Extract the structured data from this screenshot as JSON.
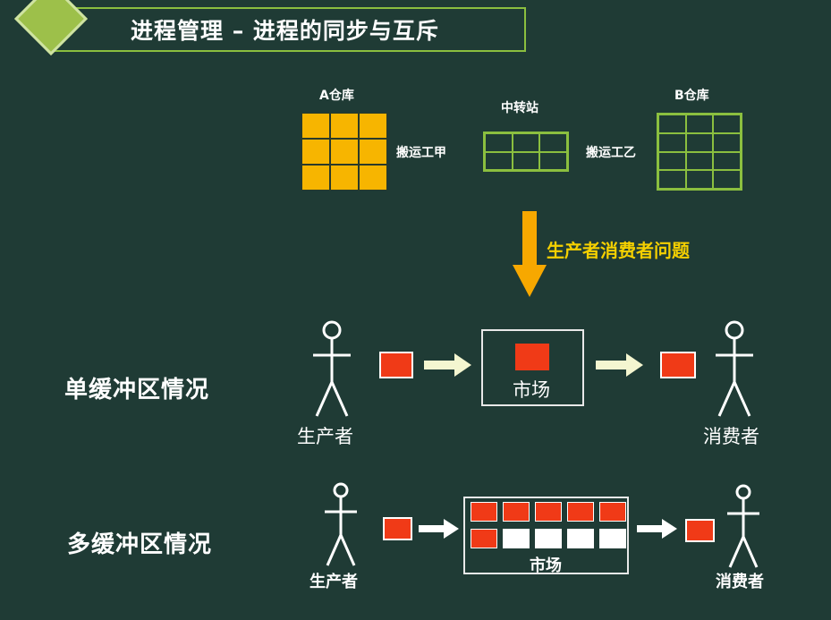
{
  "title": "进程管理 – 进程的同步与互斥",
  "warehouses": {
    "a_label": "A仓库",
    "transfer_label": "中转站",
    "b_label": "B仓库",
    "porter_a": "搬运工甲",
    "porter_b": "搬运工乙"
  },
  "problem_label": "生产者消费者问题",
  "single_buffer": {
    "section_label": "单缓冲区情况",
    "producer": "生产者",
    "market": "市场",
    "consumer": "消费者"
  },
  "multi_buffer": {
    "section_label": "多缓冲区情况",
    "producer": "生产者",
    "market": "市场",
    "consumer": "消费者",
    "buffer_slots": 10,
    "filled_slots": 6
  },
  "colors": {
    "background": "#1f3b35",
    "accent_green": "#8bbf3f",
    "warehouse_yellow": "#f7b500",
    "arrow_orange": "#f7a800",
    "problem_text": "#f5d000",
    "item_red": "#f03a17"
  }
}
